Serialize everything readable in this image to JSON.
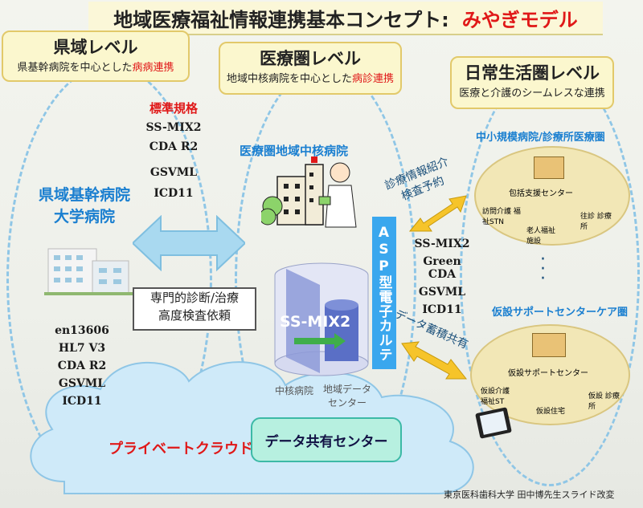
{
  "title": {
    "main": "地域医療福祉情報連携基本コンセプト:",
    "accent": "みやぎモデル"
  },
  "levels": [
    {
      "heading": "県域レベル",
      "sub_plain": "県基幹病院を中心とした",
      "sub_red": "病病連携"
    },
    {
      "heading": "医療圏レベル",
      "sub_plain": "地域中核病院を中心とした",
      "sub_red": "病診連携"
    },
    {
      "heading": "日常生活圏レベル",
      "sub_plain": "",
      "sub_red": "医療と介護のシームレスな連携"
    }
  ],
  "standards_title": "標準規格",
  "standards_top": [
    "SS-MIX2",
    "CDA R2",
    "GSVML",
    "ICD11"
  ],
  "standards_left": [
    "en13606",
    "HL7 V3",
    "CDA R2",
    "GSVML",
    "ICD11"
  ],
  "standards_right": [
    "SS-MIX2",
    "Green CDA",
    "GSVML",
    "ICD11"
  ],
  "labels": {
    "prefecture_hospital_1": "県域基幹病院",
    "prefecture_hospital_2": "大学病院",
    "regional_core_hospital": "医療圏地域中核病院",
    "specialist_line1": "専門的診断/治療",
    "specialist_line2": "高度検査依頼",
    "referral_line1": "診療情報紹介",
    "referral_line2": "検査予約",
    "data_sharing": "データ蓄積共有",
    "asp": "ASP型電子カルテ",
    "ssmix": "SS-MIX2",
    "core_hospital_small": "中核病院",
    "regional_data_1": "地域データ",
    "regional_data_2": "センター",
    "data_center": "データ共有センター",
    "private_cloud": "プライベートクラウド",
    "small_clinic_area": "中小規模病院/診療所医療圏",
    "temp_support_area": "仮設サポートセンターケア圏",
    "credit": "東京医科歯科大学 田中博先生スライド改変"
  },
  "circle1": {
    "center": "包括支援センター",
    "left": "訪問介護 福祉STN",
    "bottom": "老人福祉 施設",
    "right": "往診 診療所"
  },
  "circle2": {
    "center": "仮設サポートセンター",
    "left": "仮設介護 福祉ST",
    "bottom": "仮設住宅",
    "right": "仮設 診療所"
  },
  "colors": {
    "accent_red": "#e01818",
    "blue": "#1a7fd0",
    "asp_blue": "#3aa7ee",
    "title_bg": "#fbf7d8"
  }
}
